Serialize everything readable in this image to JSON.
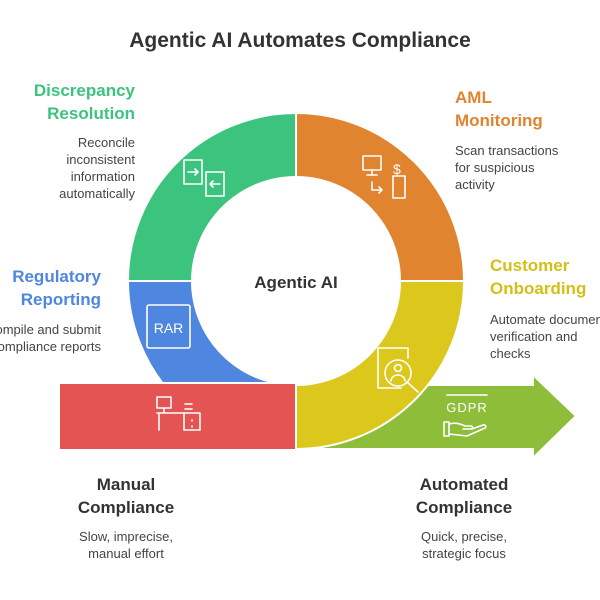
{
  "title": "Agentic AI Automates Compliance",
  "center_label": "Agentic AI",
  "colors": {
    "discrepancy": "#3cc47f",
    "aml": "#e08430",
    "onboarding": "#dcc81c",
    "regulatory": "#4f86e0",
    "manual": "#e35452",
    "automated": "#8ebd3a"
  },
  "segments": [
    {
      "title_lines": [
        "Discrepancy",
        "Resolution"
      ],
      "desc_lines": [
        "Reconcile",
        "inconsistent",
        "information",
        "automatically"
      ],
      "icon": "swap-documents-icon"
    },
    {
      "title_lines": [
        "AML",
        "Monitoring"
      ],
      "desc_lines": [
        "Scan transactions",
        "for suspicious",
        "activity"
      ],
      "icon": "transaction-monitor-icon"
    },
    {
      "title_lines": [
        "Customer",
        "Onboarding"
      ],
      "desc_lines": [
        "Automate document",
        "verification and",
        "checks"
      ],
      "icon": "identity-search-icon"
    },
    {
      "title_lines": [
        "Regulatory",
        "Reporting"
      ],
      "desc_lines": [
        "Compile and submit",
        "compliance reports"
      ],
      "icon": "rar-file-icon",
      "icon_text": "RAR"
    }
  ],
  "manual": {
    "title_lines": [
      "Manual",
      "Compliance"
    ],
    "desc_lines": [
      "Slow, imprecise,",
      "manual effort"
    ],
    "icon": "desk-computer-icon"
  },
  "automated": {
    "title_lines": [
      "Automated",
      "Compliance"
    ],
    "desc_lines": [
      "Quick, precise,",
      "strategic focus"
    ],
    "icon": "gdpr-hand-icon",
    "icon_text": "GDPR"
  }
}
